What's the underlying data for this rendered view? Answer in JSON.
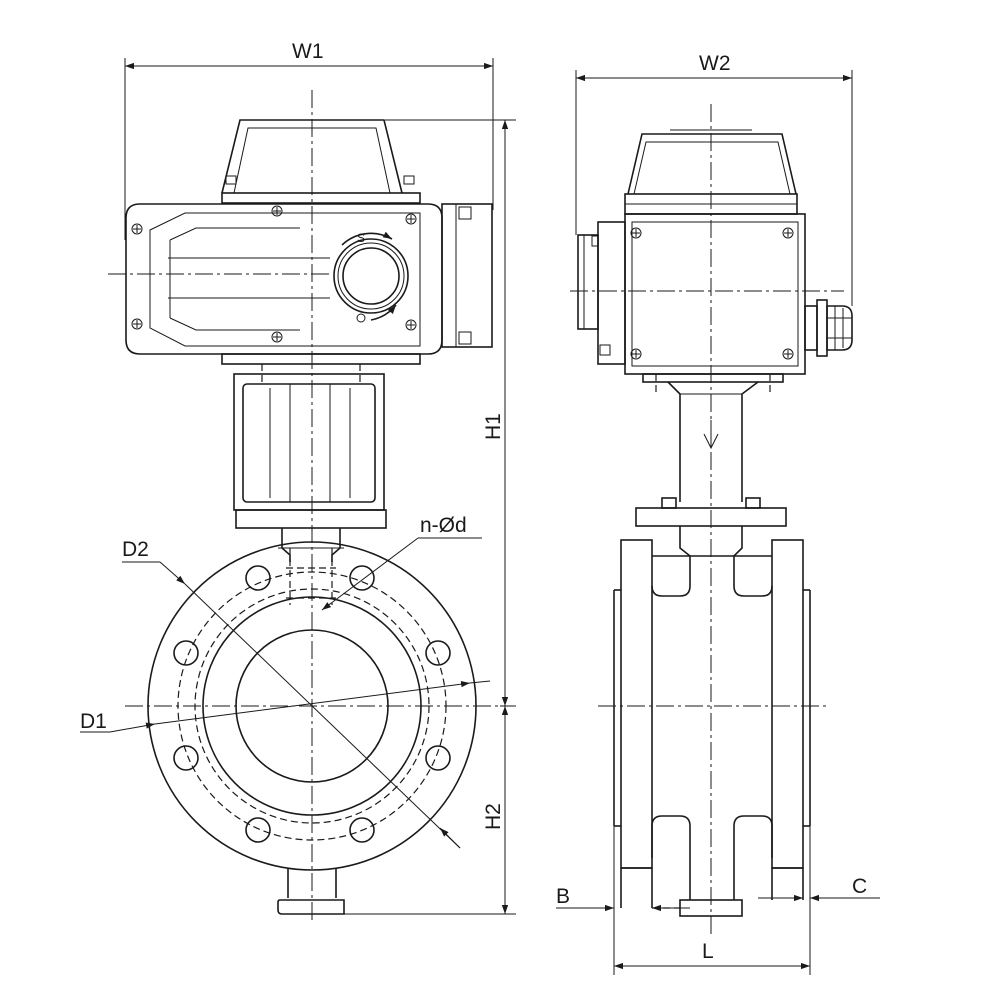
{
  "labels": {
    "w1": "W1",
    "w2": "W2",
    "h1": "H1",
    "h2": "H2",
    "d1": "D1",
    "d2": "D2",
    "bolt_holes": "n-Ød",
    "b": "B",
    "c": "C",
    "l": "L",
    "handwheel_mark": "S"
  }
}
